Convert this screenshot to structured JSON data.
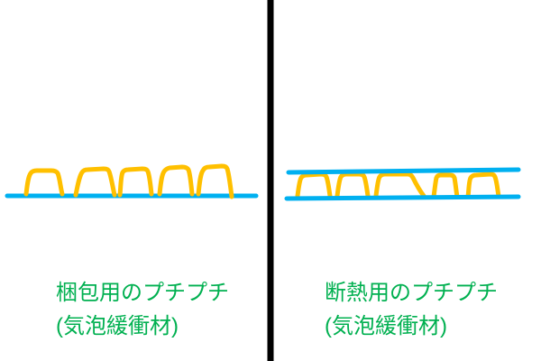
{
  "figure": {
    "left_panel": {
      "caption_line1": "梱包用のプチプチ",
      "caption_line2": "(気泡緩衝材)",
      "bubble_count": 5,
      "film_layers": 1
    },
    "right_panel": {
      "caption_line1": "断熱用のプチプチ",
      "caption_line2": "(気泡緩衝材)",
      "bubble_count": 5,
      "film_layers": 2
    }
  },
  "colors": {
    "bubble": "#FFC000",
    "film": "#00B0F0",
    "caption": "#00B050",
    "divider": "#000000",
    "background": "#FFFFFF"
  }
}
